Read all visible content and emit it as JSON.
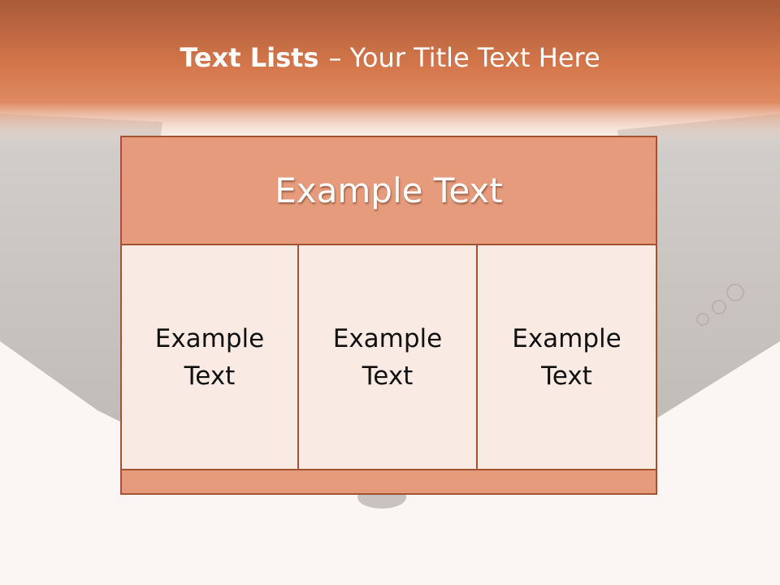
{
  "slide": {
    "title_bold": "Text Lists",
    "title_rest": "– Your Title Text Here"
  },
  "table": {
    "header": "Example Text",
    "cells": [
      {
        "line1": "Example",
        "line2": "Text"
      },
      {
        "line1": "Example",
        "line2": "Text"
      },
      {
        "line1": "Example",
        "line2": "Text"
      }
    ]
  },
  "colors": {
    "accent_orange": "#d97a52",
    "header_fill": "#e69c7c",
    "cell_fill": "#f9ebe4",
    "border": "#a3532f"
  }
}
